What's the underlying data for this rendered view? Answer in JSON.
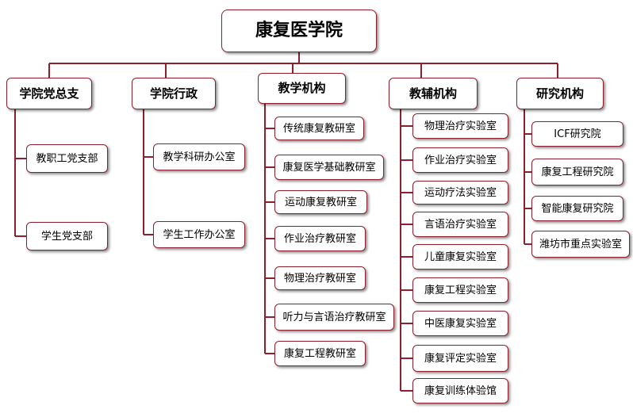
{
  "colors": {
    "line": "#8e1f2c",
    "border": "#8e1f2c"
  },
  "root": {
    "label": "康复医学院"
  },
  "columns": [
    {
      "label": "学院党总支",
      "children": [
        "教职工党支部",
        "学生党支部"
      ]
    },
    {
      "label": "学院行政",
      "children": [
        "教学科研办公室",
        "学生工作办公室"
      ]
    },
    {
      "label": "教学机构",
      "children": [
        "传统康复教研室",
        "康复医学基础教研室",
        "运动康复教研室",
        "作业治疗教研室",
        "物理治疗教研室",
        "听力与言语治疗教研室",
        "康复工程教研室"
      ]
    },
    {
      "label": "教辅机构",
      "children": [
        "物理治疗实验室",
        "作业治疗实验室",
        "运动疗法实验室",
        "言语治疗实验室",
        "儿童康复实验室",
        "康复工程实验室",
        "中医康复实验室",
        "康复评定实验室",
        "康复训练体验馆"
      ]
    },
    {
      "label": "研究机构",
      "children": [
        "ICF研究院",
        "康复工程研究院",
        "智能康复研究院",
        "潍坊市重点实验室"
      ]
    }
  ]
}
